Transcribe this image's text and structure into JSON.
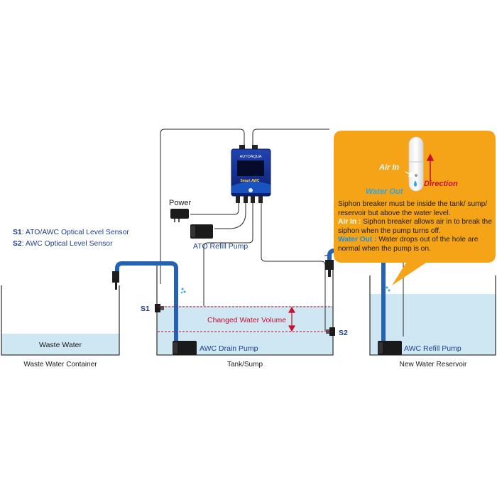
{
  "legend": {
    "s1_key": "S1",
    "s1_text": ": ATO/AWC Optical Level Sensor",
    "s2_key": "S2",
    "s2_text": ": AWC Optical Level Sensor"
  },
  "controller": {
    "brand": "AUTOAQUA",
    "model": "Smart AWC"
  },
  "labels": {
    "power": "Power",
    "ato_pump": "ATO Refill Pump",
    "changed_volume": "Changed Water Volume",
    "sensor_s1": "S1",
    "sensor_s2": "S2",
    "drain_pump": "AWC Drain Pump",
    "refill_pump": "AWC Refill Pump",
    "waste_water": "Waste Water",
    "container_waste": "Waste Water Container",
    "container_tank": "Tank/Sump",
    "container_new": "New Water Reservoir"
  },
  "callout": {
    "air_in": "Air In",
    "water_out": "Water Out",
    "direction": "Direction",
    "line1": "Siphon breaker must be inside the tank/ sump/ reservoir but above the water level.",
    "air_in_key": "Air In :",
    "air_in_text": " Siphon breaker allows air in to break the  siphon when the pump turns off.",
    "water_out_key": "Water Out :",
    "water_out_text": " Water drops out of the hole are normal when the pump is on."
  },
  "colors": {
    "water": "#cfe6f3",
    "tube": "#2462b5",
    "callout_bg": "#f5a418",
    "controller_bg": "#0e2c8a",
    "dashed": "#c8102e"
  }
}
